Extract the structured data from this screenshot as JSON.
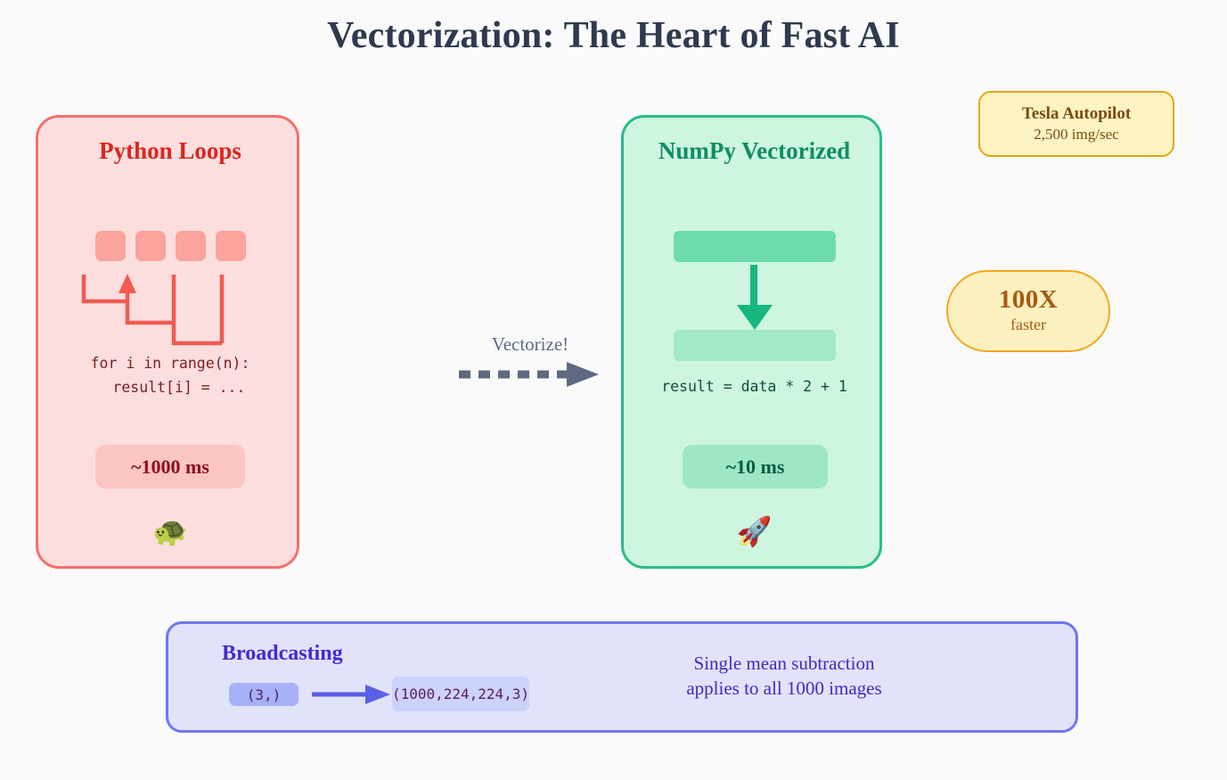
{
  "title": "Vectorization: The Heart of Fast AI",
  "python_panel": {
    "title": "Python Loops",
    "cells_count": 4,
    "code": "for i in range(n):\n  result[i] = ...",
    "time_badge": "~1000 ms",
    "emoji": "🐢",
    "emoji_name": "turtle-emoji",
    "bg_color": "#fddede",
    "border_color": "#f4706b",
    "accent_color": "#e0231d"
  },
  "numpy_panel": {
    "title": "NumPy Vectorized",
    "code": "result = data * 2 + 1",
    "time_badge": "~10 ms",
    "emoji": "🚀",
    "emoji_name": "rocket-emoji",
    "bg_color": "#cdf5e0",
    "border_color": "#2bbd85",
    "accent_color": "#0d8f5f"
  },
  "transition": {
    "label": "Vectorize!",
    "arrow_color": "#5d6a80"
  },
  "callouts": [
    {
      "id": "tesla",
      "title": "Tesla Autopilot",
      "subtitle": "2,500 img/sec",
      "bg_color": "#fdf3c3",
      "border_color": "#e3a80b",
      "text_color": "#7b4a10"
    },
    {
      "id": "speedup",
      "value": "100X",
      "label": "faster",
      "bg_color": "#fdf0bf",
      "border_color": "#f0a81d",
      "text_color": "#a85a12"
    }
  ],
  "broadcasting": {
    "title": "Broadcasting",
    "shape_in": "(3,)",
    "shape_out": "(1000,224,224,3)",
    "note": "Single mean subtraction\napplies to all 1000 images",
    "bg_color": "#e1e3fb",
    "border_color": "#6f76ef",
    "accent_color": "#4528d6"
  }
}
